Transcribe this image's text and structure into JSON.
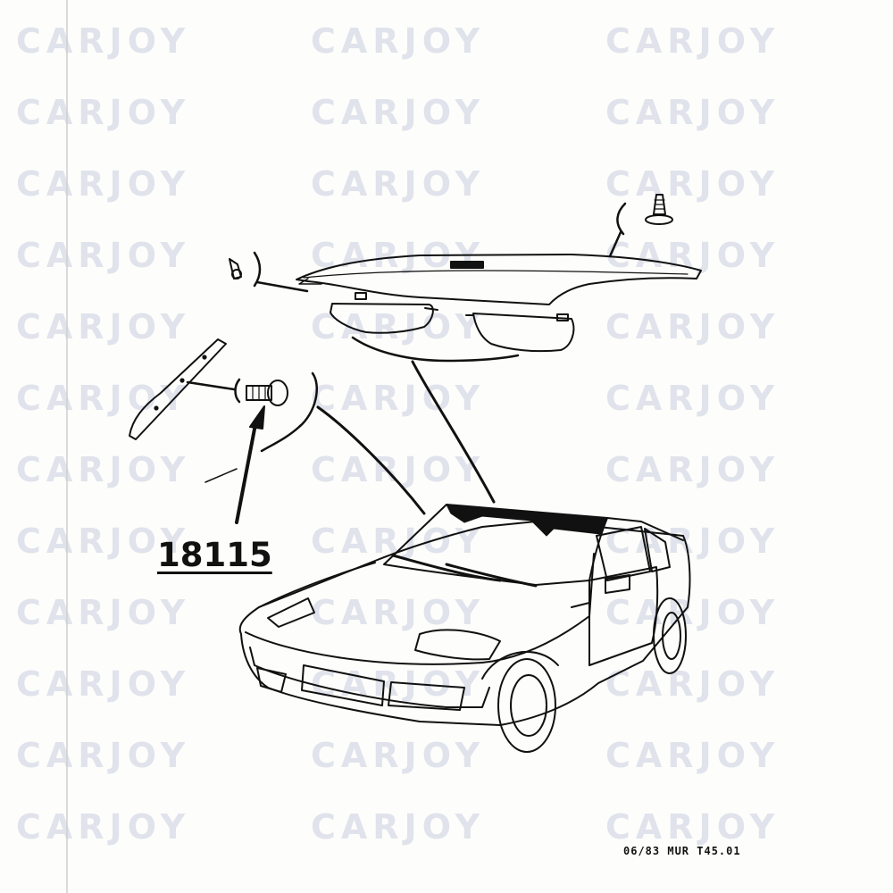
{
  "diagram": {
    "watermark_text": "CARJOY",
    "callout_part_number": "18115",
    "footer_code": "06/83  MUR  T45.01",
    "ink_color": "#111111",
    "watermark_color": "#d7dbe6"
  }
}
